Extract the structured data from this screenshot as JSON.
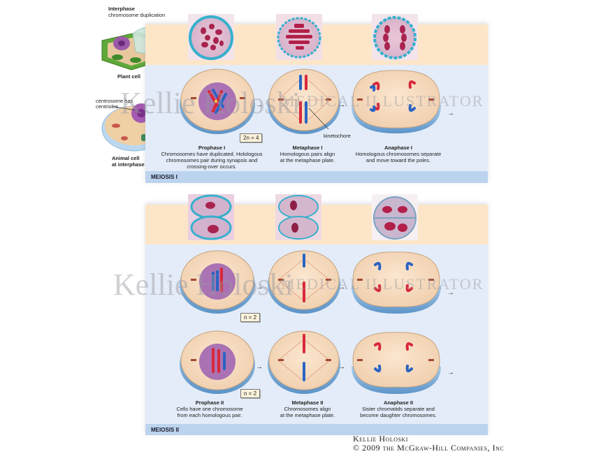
{
  "intro": {
    "interphase_title": "Interphase",
    "interphase_subtitle": "chromosome duplication",
    "plant_cell_label": "Plant cell",
    "centrosome_label_line1": "centrosome has",
    "centrosome_label_line2": "centrioles",
    "animal_cell_line1": "Animal cell",
    "animal_cell_line2": "at interphase"
  },
  "meiosis1": {
    "section_label": "MEIOSIS I",
    "ploidy": "2n = 4",
    "kinetochore_label": "kinetochore",
    "stages": [
      {
        "title": "Prophase I",
        "lines": [
          "Chromosomes have duplicated. Holologous",
          "chromosomes pair during synapsis and",
          "crossing-over occurs."
        ]
      },
      {
        "title": "Metaphase I",
        "lines": [
          "Homologous pairs align",
          "at the metaphase plate."
        ]
      },
      {
        "title": "Anaphase I",
        "lines": [
          "Homologous chromosomes separate",
          "and move toward the poles."
        ]
      }
    ]
  },
  "meiosis2": {
    "section_label": "MEIOSIS II",
    "ploidy_upper": "n = 2",
    "ploidy_lower": "n = 2",
    "stages": [
      {
        "title": "Prophase II",
        "lines": [
          "Cells have one chromosome",
          "from each homologous pair."
        ]
      },
      {
        "title": "Metaphase II",
        "lines": [
          "Chromosomes align",
          "at the metaphase plate."
        ]
      },
      {
        "title": "Anaphase II",
        "lines": [
          "Sister chromatids separate and",
          "become daughter chromosomes."
        ]
      }
    ]
  },
  "watermark": {
    "name": "Kellie Holoski",
    "role": "MEDICAL ILLUSTRATOR"
  },
  "credit": {
    "author": "Kellie Holoski",
    "copyright": "© 2009 the McGraw-Hill Companies, Inc"
  },
  "colors": {
    "band": "#fde6c8",
    "panel": "#e3ecf8",
    "footer": "#bcd3ee",
    "chromosome_red": "#d8283a",
    "chromosome_blue": "#2a64c2"
  }
}
